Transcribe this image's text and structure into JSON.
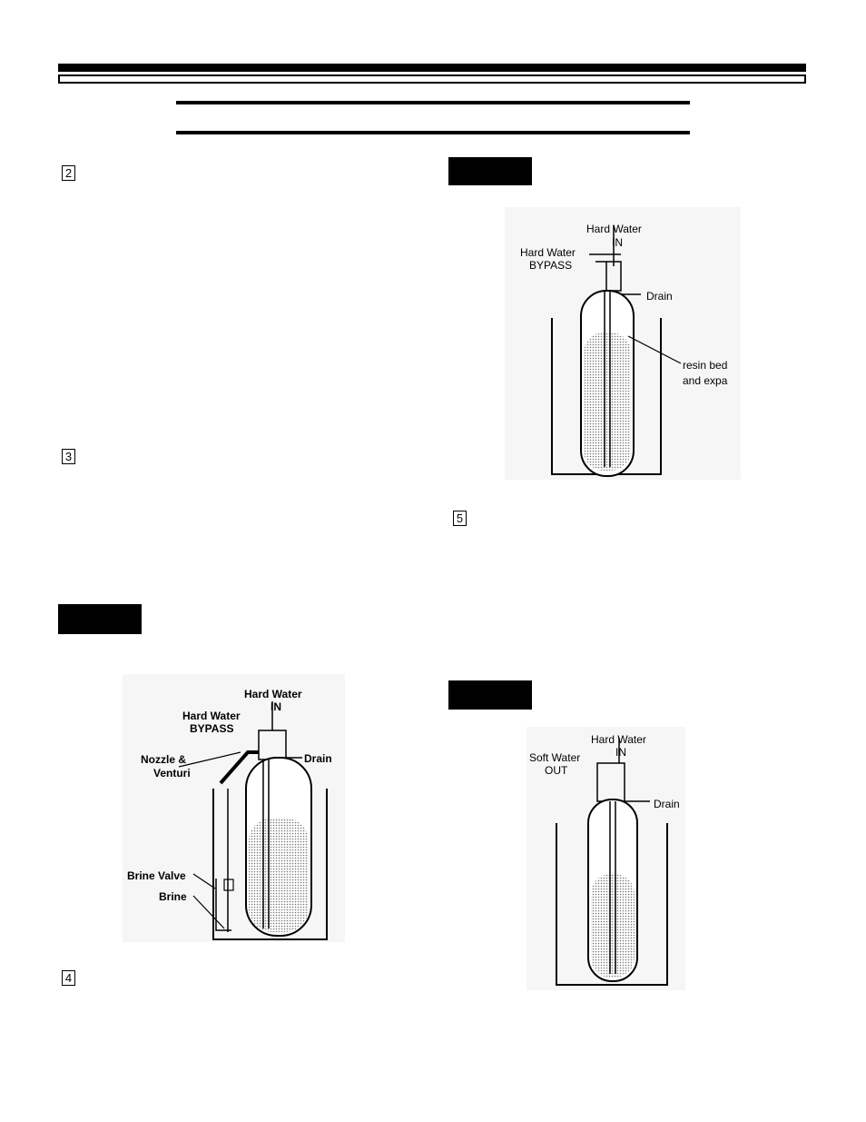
{
  "steps": {
    "s2": "2",
    "s3": "3",
    "s4": "4",
    "s5": "5"
  },
  "fig_backwash": {
    "hard_water": "Hard Water",
    "in": "IN",
    "hard_water_2": "Hard Water",
    "bypass": "BYPASS",
    "drain": "Drain",
    "resin_1": "resin bed",
    "resin_2": "and expa"
  },
  "fig_brine": {
    "hard_water": "Hard Water",
    "in": "IN",
    "hard_water_2": "Hard Water",
    "bypass": "BYPASS",
    "nozzle": "Nozzle &",
    "venturi": "Venturi",
    "drain": "Drain",
    "brine_valve": "Brine Valve",
    "brine": "Brine"
  },
  "fig_rinse": {
    "hard_water": "Hard Water",
    "in": "IN",
    "soft_water": "Soft Water",
    "out": "OUT",
    "drain": "Drain"
  }
}
